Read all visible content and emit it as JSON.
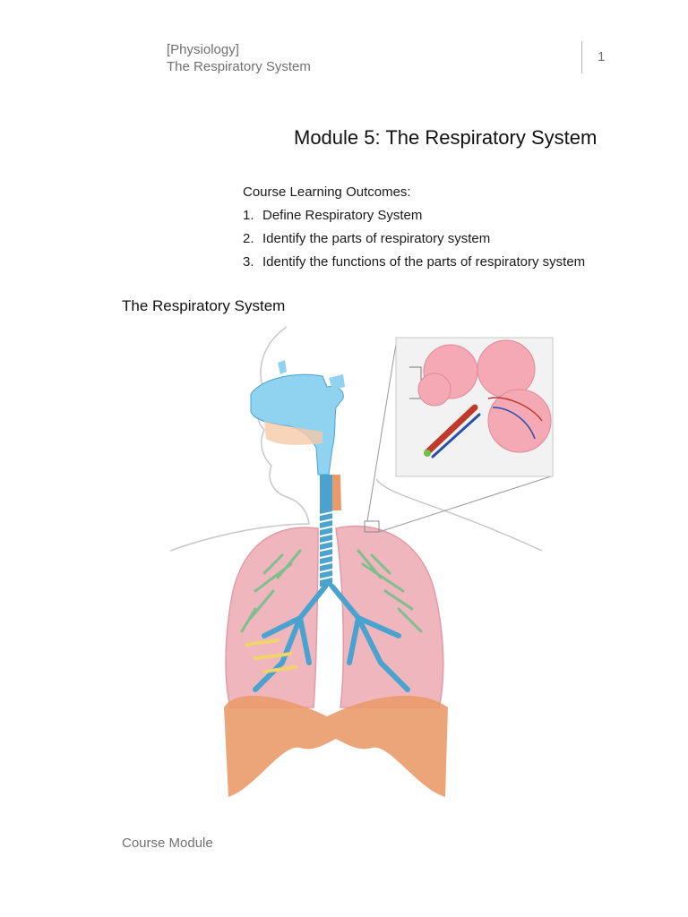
{
  "header": {
    "subject": "[Physiology]",
    "topic": "The Respiratory System",
    "page_number": "1"
  },
  "title": "Module 5: The Respiratory System",
  "outcomes": {
    "intro": "Course Learning Outcomes:",
    "items": [
      {
        "num": "1.",
        "text": "Define Respiratory System"
      },
      {
        "num": "2.",
        "text": "Identify the parts of respiratory system"
      },
      {
        "num": "3.",
        "text": "Identify the functions of the parts of respiratory system"
      }
    ]
  },
  "section": {
    "heading": "The Respiratory System"
  },
  "footer": {
    "label": "Course Module"
  },
  "colors": {
    "airway": "#8fd3f0",
    "lung": "#f0b6bd",
    "bronchi": "#7fbf8f",
    "diaphragm": "#ea9a6a",
    "alveoli": "#f4a9b4"
  }
}
